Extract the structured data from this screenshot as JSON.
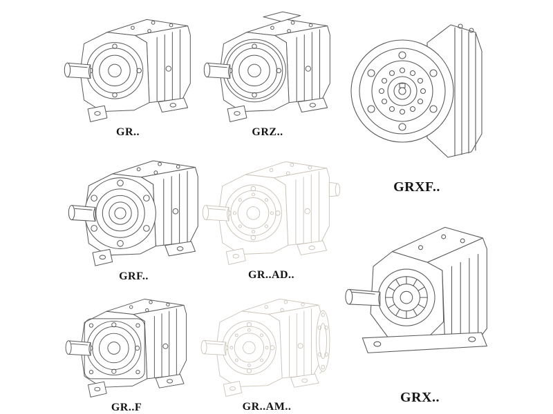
{
  "page": {
    "background": "#ffffff",
    "line_color": "#5a5a5a",
    "faded_line_color": "#c9c2b8",
    "label_color": "#141414"
  },
  "figures": [
    {
      "label": "GR.."
    },
    {
      "label": "GRZ.."
    },
    {
      "label": "GRXF.."
    },
    {
      "label": "GRF.."
    },
    {
      "label": "GR..AD.."
    },
    {
      "label": "GRX.."
    },
    {
      "label": "GR..F"
    },
    {
      "label": "GR..AM.."
    }
  ]
}
